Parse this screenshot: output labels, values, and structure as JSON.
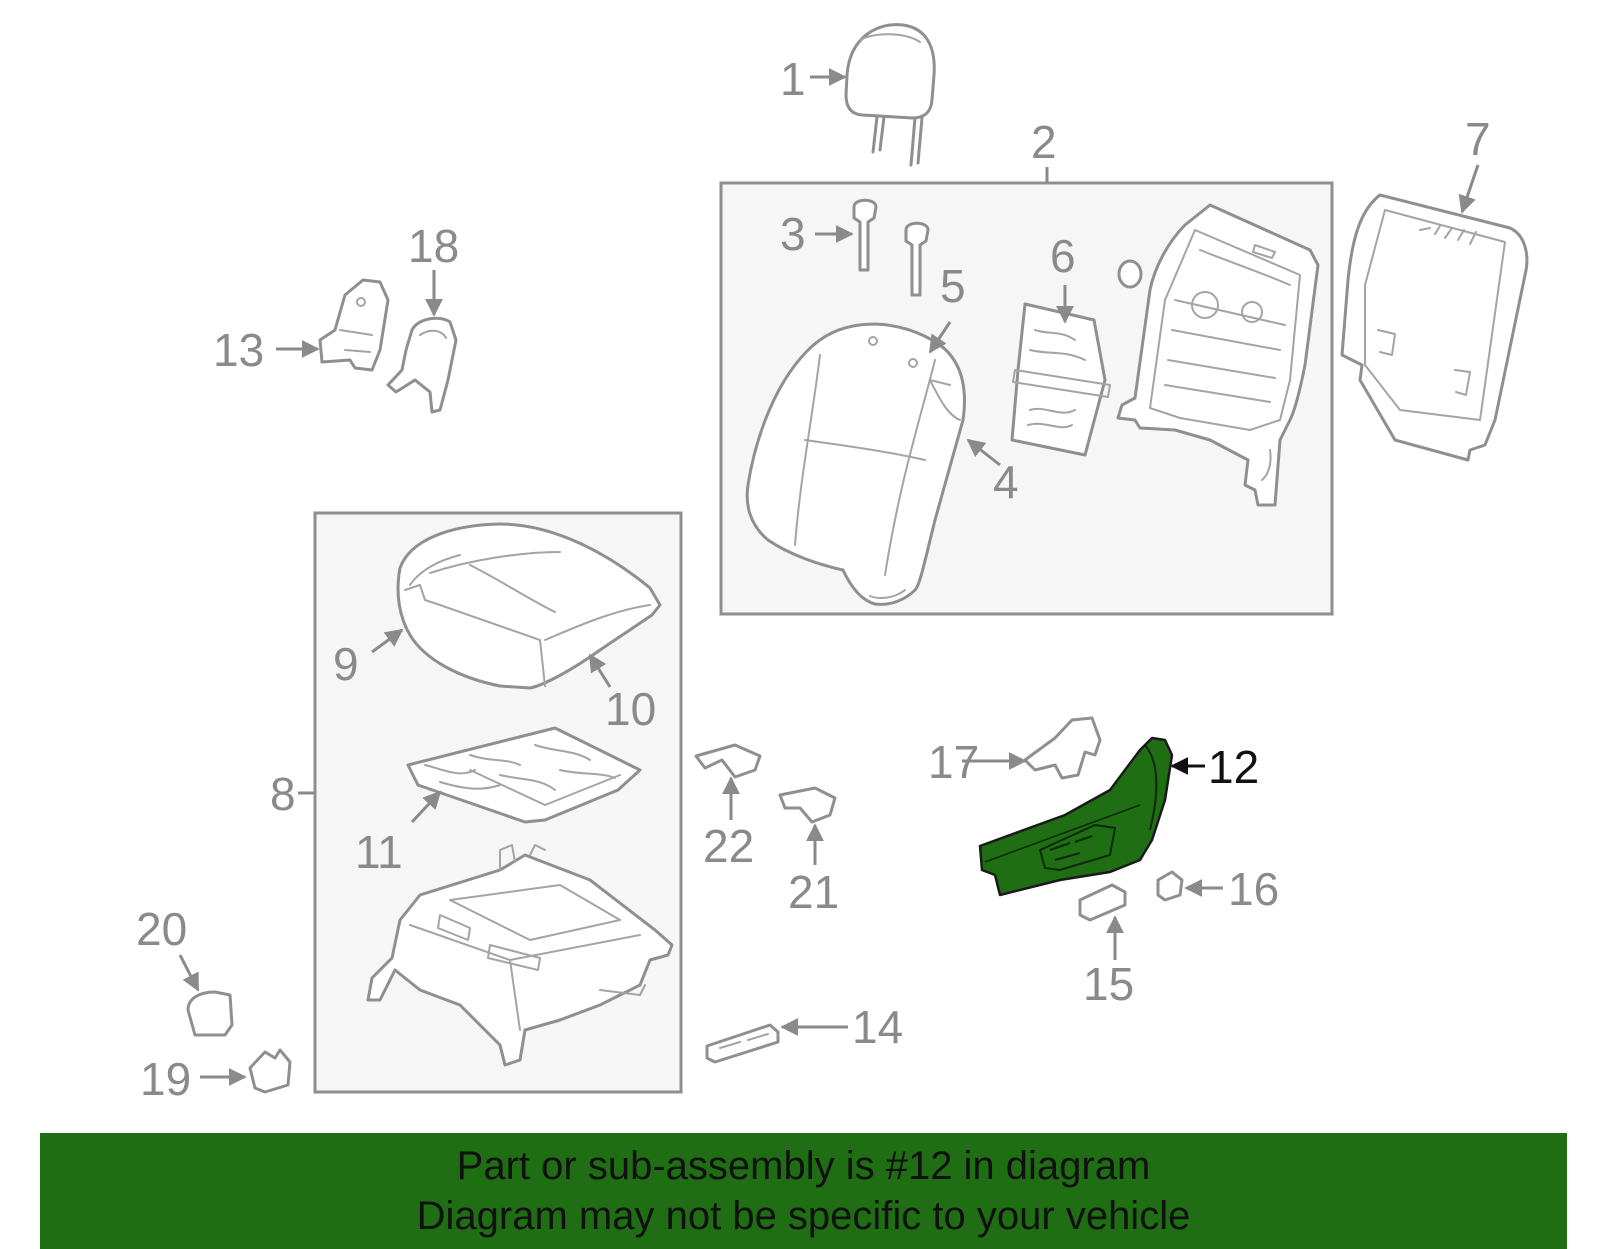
{
  "callouts": {
    "c1": "1",
    "c2": "2",
    "c3": "3",
    "c4": "4",
    "c5": "5",
    "c6": "6",
    "c7": "7",
    "c8": "8",
    "c9": "9",
    "c10": "10",
    "c11": "11",
    "c12": "12",
    "c13": "13",
    "c14": "14",
    "c15": "15",
    "c16": "16",
    "c17": "17",
    "c18": "18",
    "c19": "19",
    "c20": "20",
    "c21": "21",
    "c22": "22"
  },
  "highlight": {
    "part": "12",
    "color": "#1f6e14"
  },
  "footer": {
    "line1": "Part or sub-assembly is #12 in diagram",
    "line2": "Diagram may not be specific to your vehicle",
    "bg_color": "#1f6e14"
  }
}
